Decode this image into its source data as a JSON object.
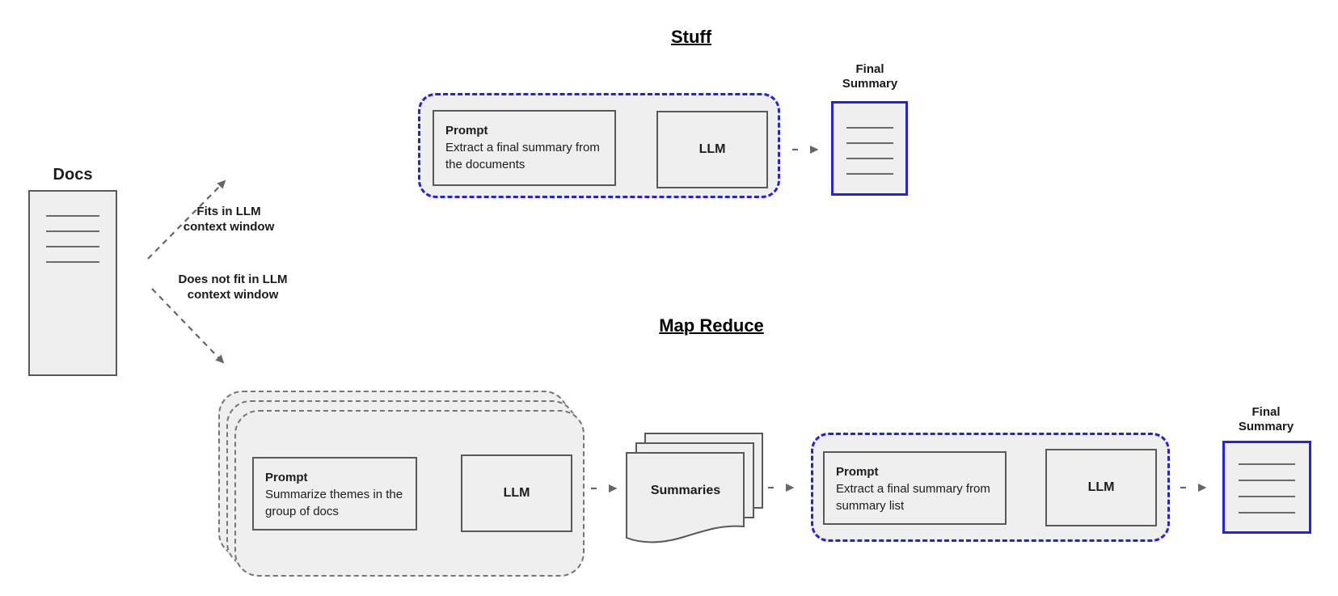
{
  "colors": {
    "blue": "#2222e0",
    "box_border": "#595959",
    "fill": "#efefef",
    "arrow": "#666666",
    "text": "#1c1c1c"
  },
  "docs": {
    "label": "Docs"
  },
  "branches": {
    "fits": "Fits in LLM\ncontext window",
    "does_not_fit": "Does not fit in LLM\ncontext window"
  },
  "stuff": {
    "title": "Stuff",
    "prompt_heading": "Prompt",
    "prompt_body": "Extract a final summary from the documents",
    "llm": "LLM",
    "final_summary": "Final\nSummary"
  },
  "map_reduce": {
    "title": "Map Reduce",
    "map_prompt_heading": "Prompt",
    "map_prompt_body": "Summarize themes in the group of docs",
    "map_llm": "LLM",
    "summaries": "Summaries",
    "reduce_prompt_heading": "Prompt",
    "reduce_prompt_body": "Extract a final summary from summary list",
    "reduce_llm": "LLM",
    "final_summary": "Final\nSummary"
  }
}
